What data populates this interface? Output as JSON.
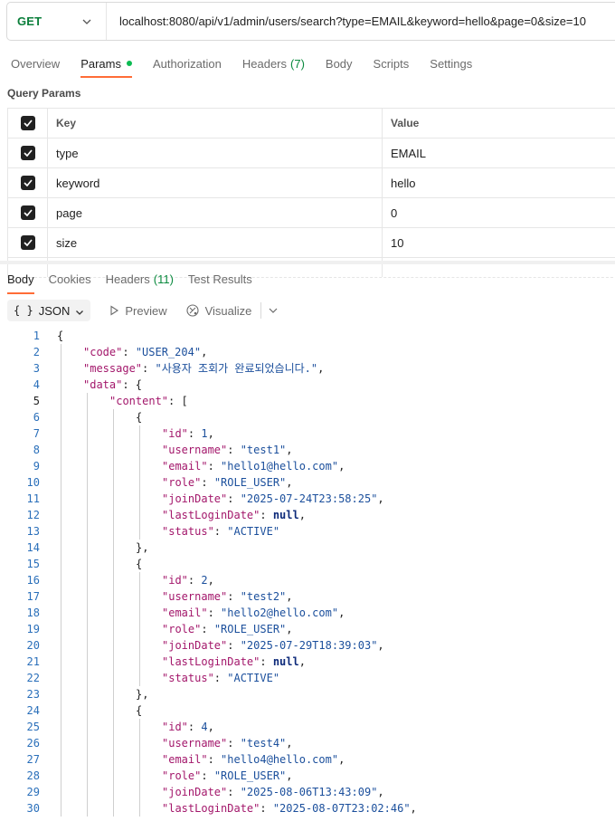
{
  "request": {
    "method": "GET",
    "url": "localhost:8080/api/v1/admin/users/search?type=EMAIL&keyword=hello&page=0&size=10"
  },
  "request_tabs": [
    {
      "label": "Overview",
      "active": false,
      "badge": ""
    },
    {
      "label": "Params",
      "active": true,
      "badge": ""
    },
    {
      "label": "Authorization",
      "active": false,
      "badge": ""
    },
    {
      "label": "Headers",
      "active": false,
      "badge": "(7)"
    },
    {
      "label": "Body",
      "active": false,
      "badge": ""
    },
    {
      "label": "Scripts",
      "active": false,
      "badge": ""
    },
    {
      "label": "Settings",
      "active": false,
      "badge": ""
    }
  ],
  "query_params": {
    "title": "Query Params",
    "header_key": "Key",
    "header_value": "Value",
    "rows": [
      {
        "key": "type",
        "value": "EMAIL",
        "checked": true
      },
      {
        "key": "keyword",
        "value": "hello",
        "checked": true
      },
      {
        "key": "page",
        "value": "0",
        "checked": true
      },
      {
        "key": "size",
        "value": "10",
        "checked": true
      }
    ]
  },
  "response_tabs": [
    {
      "label": "Body",
      "active": true,
      "badge": ""
    },
    {
      "label": "Cookies",
      "active": false,
      "badge": ""
    },
    {
      "label": "Headers",
      "active": false,
      "badge": "(11)"
    },
    {
      "label": "Test Results",
      "active": false,
      "badge": ""
    }
  ],
  "toolbar": {
    "format_icon": "{ }",
    "format_label": "JSON",
    "preview_label": "Preview",
    "visualize_label": "Visualize"
  },
  "code_lines": [
    {
      "n": "1",
      "indent": 0,
      "parts": [
        [
          "p",
          "{"
        ]
      ]
    },
    {
      "n": "2",
      "indent": 1,
      "parts": [
        [
          "k",
          "\"code\""
        ],
        [
          "p",
          ": "
        ],
        [
          "s",
          "\"USER_204\""
        ],
        [
          "p",
          ","
        ]
      ]
    },
    {
      "n": "3",
      "indent": 1,
      "parts": [
        [
          "k",
          "\"message\""
        ],
        [
          "p",
          ": "
        ],
        [
          "s",
          "\"사용자 조회가 완료되었습니다.\""
        ],
        [
          "p",
          ","
        ]
      ]
    },
    {
      "n": "4",
      "indent": 1,
      "parts": [
        [
          "k",
          "\"data\""
        ],
        [
          "p",
          ": {"
        ]
      ]
    },
    {
      "n": "5",
      "indent": 2,
      "parts": [
        [
          "k",
          "\"content\""
        ],
        [
          "p",
          ": ["
        ]
      ],
      "current": true
    },
    {
      "n": "6",
      "indent": 3,
      "parts": [
        [
          "p",
          "{"
        ]
      ]
    },
    {
      "n": "7",
      "indent": 4,
      "parts": [
        [
          "k",
          "\"id\""
        ],
        [
          "p",
          ": "
        ],
        [
          "n",
          "1"
        ],
        [
          "p",
          ","
        ]
      ]
    },
    {
      "n": "8",
      "indent": 4,
      "parts": [
        [
          "k",
          "\"username\""
        ],
        [
          "p",
          ": "
        ],
        [
          "s",
          "\"test1\""
        ],
        [
          "p",
          ","
        ]
      ]
    },
    {
      "n": "9",
      "indent": 4,
      "parts": [
        [
          "k",
          "\"email\""
        ],
        [
          "p",
          ": "
        ],
        [
          "s",
          "\"hello1@hello.com\""
        ],
        [
          "p",
          ","
        ]
      ]
    },
    {
      "n": "10",
      "indent": 4,
      "parts": [
        [
          "k",
          "\"role\""
        ],
        [
          "p",
          ": "
        ],
        [
          "s",
          "\"ROLE_USER\""
        ],
        [
          "p",
          ","
        ]
      ]
    },
    {
      "n": "11",
      "indent": 4,
      "parts": [
        [
          "k",
          "\"joinDate\""
        ],
        [
          "p",
          ": "
        ],
        [
          "s",
          "\"2025-07-24T23:58:25\""
        ],
        [
          "p",
          ","
        ]
      ]
    },
    {
      "n": "12",
      "indent": 4,
      "parts": [
        [
          "k",
          "\"lastLoginDate\""
        ],
        [
          "p",
          ": "
        ],
        [
          "nl",
          "null"
        ],
        [
          "p",
          ","
        ]
      ]
    },
    {
      "n": "13",
      "indent": 4,
      "parts": [
        [
          "k",
          "\"status\""
        ],
        [
          "p",
          ": "
        ],
        [
          "s",
          "\"ACTIVE\""
        ]
      ]
    },
    {
      "n": "14",
      "indent": 3,
      "parts": [
        [
          "p",
          "},"
        ]
      ]
    },
    {
      "n": "15",
      "indent": 3,
      "parts": [
        [
          "p",
          "{"
        ]
      ]
    },
    {
      "n": "16",
      "indent": 4,
      "parts": [
        [
          "k",
          "\"id\""
        ],
        [
          "p",
          ": "
        ],
        [
          "n",
          "2"
        ],
        [
          "p",
          ","
        ]
      ]
    },
    {
      "n": "17",
      "indent": 4,
      "parts": [
        [
          "k",
          "\"username\""
        ],
        [
          "p",
          ": "
        ],
        [
          "s",
          "\"test2\""
        ],
        [
          "p",
          ","
        ]
      ]
    },
    {
      "n": "18",
      "indent": 4,
      "parts": [
        [
          "k",
          "\"email\""
        ],
        [
          "p",
          ": "
        ],
        [
          "s",
          "\"hello2@hello.com\""
        ],
        [
          "p",
          ","
        ]
      ]
    },
    {
      "n": "19",
      "indent": 4,
      "parts": [
        [
          "k",
          "\"role\""
        ],
        [
          "p",
          ": "
        ],
        [
          "s",
          "\"ROLE_USER\""
        ],
        [
          "p",
          ","
        ]
      ]
    },
    {
      "n": "20",
      "indent": 4,
      "parts": [
        [
          "k",
          "\"joinDate\""
        ],
        [
          "p",
          ": "
        ],
        [
          "s",
          "\"2025-07-29T18:39:03\""
        ],
        [
          "p",
          ","
        ]
      ]
    },
    {
      "n": "21",
      "indent": 4,
      "parts": [
        [
          "k",
          "\"lastLoginDate\""
        ],
        [
          "p",
          ": "
        ],
        [
          "nl",
          "null"
        ],
        [
          "p",
          ","
        ]
      ]
    },
    {
      "n": "22",
      "indent": 4,
      "parts": [
        [
          "k",
          "\"status\""
        ],
        [
          "p",
          ": "
        ],
        [
          "s",
          "\"ACTIVE\""
        ]
      ]
    },
    {
      "n": "23",
      "indent": 3,
      "parts": [
        [
          "p",
          "},"
        ]
      ]
    },
    {
      "n": "24",
      "indent": 3,
      "parts": [
        [
          "p",
          "{"
        ]
      ]
    },
    {
      "n": "25",
      "indent": 4,
      "parts": [
        [
          "k",
          "\"id\""
        ],
        [
          "p",
          ": "
        ],
        [
          "n",
          "4"
        ],
        [
          "p",
          ","
        ]
      ]
    },
    {
      "n": "26",
      "indent": 4,
      "parts": [
        [
          "k",
          "\"username\""
        ],
        [
          "p",
          ": "
        ],
        [
          "s",
          "\"test4\""
        ],
        [
          "p",
          ","
        ]
      ]
    },
    {
      "n": "27",
      "indent": 4,
      "parts": [
        [
          "k",
          "\"email\""
        ],
        [
          "p",
          ": "
        ],
        [
          "s",
          "\"hello4@hello.com\""
        ],
        [
          "p",
          ","
        ]
      ]
    },
    {
      "n": "28",
      "indent": 4,
      "parts": [
        [
          "k",
          "\"role\""
        ],
        [
          "p",
          ": "
        ],
        [
          "s",
          "\"ROLE_USER\""
        ],
        [
          "p",
          ","
        ]
      ]
    },
    {
      "n": "29",
      "indent": 4,
      "parts": [
        [
          "k",
          "\"joinDate\""
        ],
        [
          "p",
          ": "
        ],
        [
          "s",
          "\"2025-08-06T13:43:09\""
        ],
        [
          "p",
          ","
        ]
      ]
    },
    {
      "n": "30",
      "indent": 4,
      "parts": [
        [
          "k",
          "\"lastLoginDate\""
        ],
        [
          "p",
          ": "
        ],
        [
          "s",
          "\"2025-08-07T23:02:46\""
        ],
        [
          "p",
          ","
        ]
      ]
    }
  ]
}
